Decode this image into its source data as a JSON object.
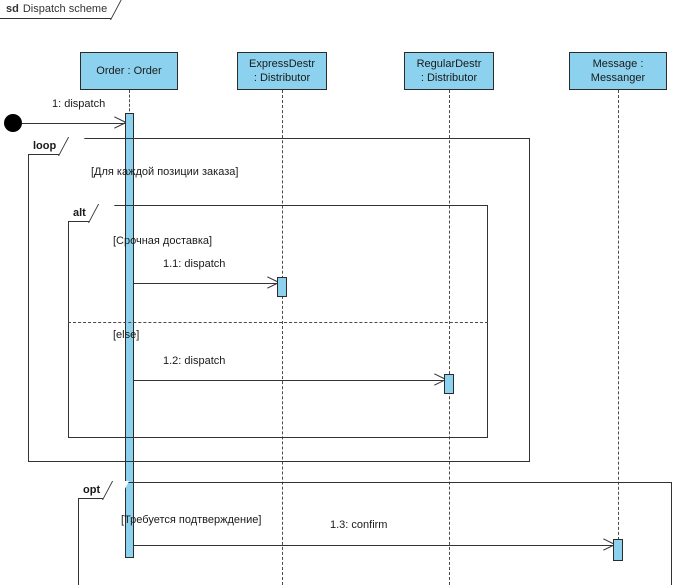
{
  "diagram": {
    "kind_keyword": "sd",
    "title": "Dispatch scheme"
  },
  "lifelines": [
    {
      "id": "order",
      "line1": "Order : Order",
      "line2": ""
    },
    {
      "id": "expressdestr",
      "line1": "ExpressDestr",
      "line2": ": Distributor"
    },
    {
      "id": "regulardestr",
      "line1": "RegularDestr",
      "line2": ": Distributor"
    },
    {
      "id": "messenger",
      "line1": "Message :",
      "line2": "Messanger"
    }
  ],
  "fragments": [
    {
      "id": "loop",
      "operator": "loop",
      "guard": "[Для каждой позиции заказа]"
    },
    {
      "id": "alt",
      "operator": "alt",
      "guard": "[Срочная доставка]",
      "guard_else": "[else]"
    },
    {
      "id": "opt",
      "operator": "opt",
      "guard": "[Требуется подтверждение]"
    }
  ],
  "messages": [
    {
      "id": "m1",
      "label": "1: dispatch",
      "from": "start",
      "to": "order"
    },
    {
      "id": "m1_1",
      "label": "1.1: dispatch",
      "from": "order",
      "to": "expressdestr"
    },
    {
      "id": "m1_2",
      "label": "1.2: dispatch",
      "from": "order",
      "to": "regulardestr"
    },
    {
      "id": "m1_3",
      "label": "1.3: confirm",
      "from": "order",
      "to": "messenger"
    }
  ],
  "colors": {
    "lifeline_fill": "#8CD2EE",
    "stroke": "#333333",
    "start_node": "#000000"
  }
}
